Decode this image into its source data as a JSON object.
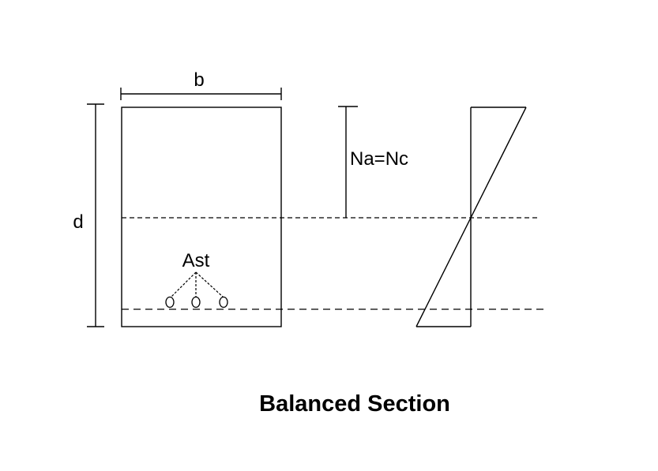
{
  "labels": {
    "width": "b",
    "depth": "d",
    "neutral_axis": "Na=Nc",
    "steel_area": "Ast"
  },
  "title": "Balanced Section",
  "colors": {
    "background": "#ffffff",
    "line": "#000000"
  }
}
